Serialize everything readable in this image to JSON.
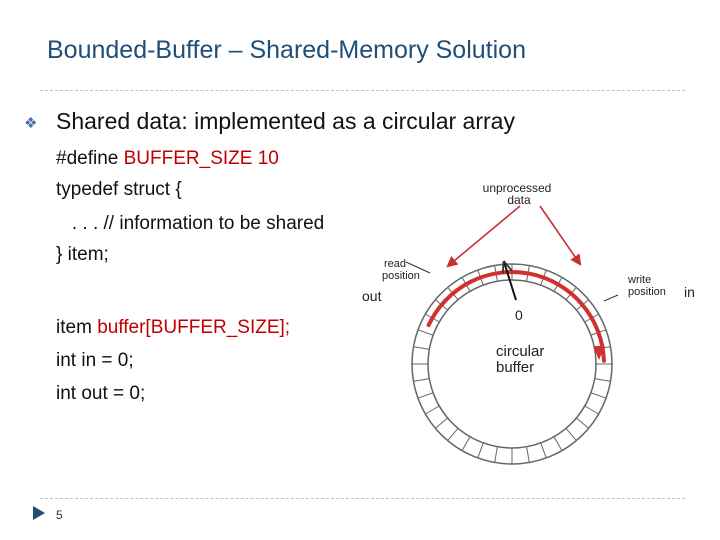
{
  "slide": {
    "title": "Bounded-Buffer – Shared-Memory Solution",
    "page_number": "5"
  },
  "content": {
    "heading": "Shared data: implemented as a circular array",
    "code": {
      "define_prefix": "#define ",
      "define_name": "BUFFER_SIZE 10",
      "typedef_open": "typedef struct {",
      "typedef_body": "   . . . // information to be shared",
      "typedef_close": "} item;",
      "buffer_prefix": "item ",
      "buffer_decl": "buffer[BUFFER_SIZE];",
      "in_decl": "int in = 0;",
      "out_decl": "int out = 0;"
    }
  },
  "diagram": {
    "label_unprocessed": "unprocessed",
    "label_data": "data",
    "label_read": "read",
    "label_read_position": "position",
    "label_write": "write",
    "label_write_position": "position",
    "label_circular": "circular",
    "label_buffer": "buffer",
    "out_label": "out",
    "in_label": "in",
    "zero_label": "0",
    "colors": {
      "arc": "#d0312d",
      "ring": "#666666",
      "arrow": "#c53030",
      "title": "#1f4e79"
    }
  }
}
